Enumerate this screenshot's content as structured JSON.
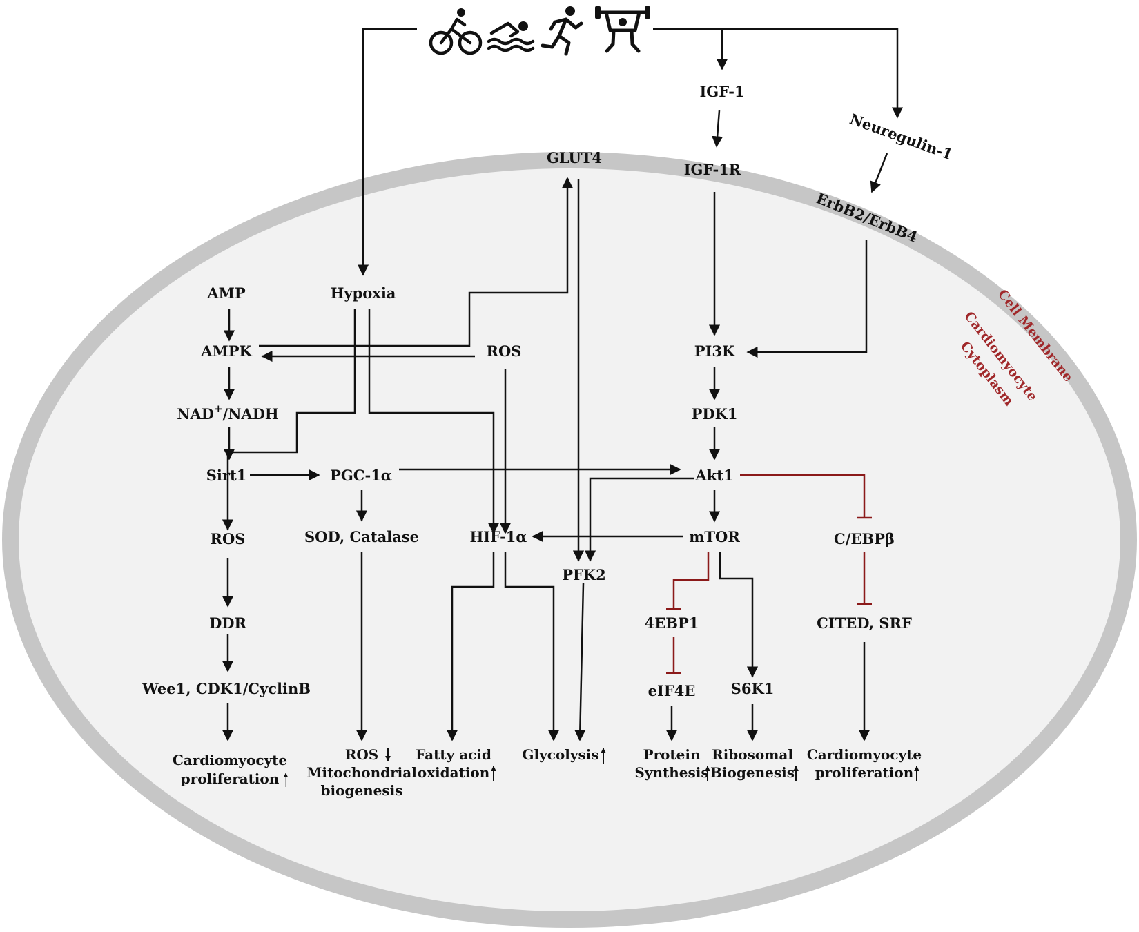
{
  "colors": {
    "membrane": "#c6c6c6",
    "cytoplasm": "#f2f2f2",
    "activation": "#111111",
    "inhibition": "#8b1a1a",
    "region_label": "#a0282a"
  },
  "icons": [
    "cycling-icon",
    "swimming-icon",
    "running-icon",
    "weightlifting-icon"
  ],
  "regions": {
    "cell_membrane": "Cell Membrane",
    "cytoplasm_line1": "Cardiomyocyte",
    "cytoplasm_line2": "Cytoplasm"
  },
  "nodes": {
    "igf1": "IGF-1",
    "neuregulin1": "Neuregulin-1",
    "glut4": "GLUT4",
    "igf1r": "IGF-1R",
    "erbb": "ErbB2/ErbB4",
    "amp": "AMP",
    "hypoxia": "Hypoxia",
    "ampk": "AMPK",
    "ros_center": "ROS",
    "pi3k": "PI3K",
    "nad_base": "NAD",
    "nad_sup": "+",
    "nad_rest": "/NADH",
    "pdk1": "PDK1",
    "sirt1": "Sirt1",
    "pgc1a": "PGC-1α",
    "akt1": "Akt1",
    "ros_left": "ROS",
    "sod": "SOD, Catalase",
    "hif1a": "HIF-1α",
    "mtor": "mTOR",
    "cebpb": "C/EBPβ",
    "pfk2": "PFK2",
    "ddr": "DDR",
    "ebp1": "4EBP1",
    "cited": "CITED, SRF",
    "wee1": "Wee1, CDK1/CyclinB",
    "eif4e": "eIF4E",
    "s6k1": "S6K1"
  },
  "outcomes": {
    "prolif_left_1": "Cardiomyocyte",
    "prolif_left_2": "proliferation",
    "ros_down": "ROS",
    "mito_1": "Mitochondrial",
    "mito_2": "biogenesis",
    "fao_1": "Fatty acid",
    "fao_2": "oxidation",
    "glyco": "Glycolysis",
    "protein_1": "Protein",
    "protein_2": "Synthesis",
    "ribo_1": "Ribosomal",
    "ribo_2": "Biogenesis",
    "prolif_right_1": "Cardiomyocyte",
    "prolif_right_2": "proliferation"
  }
}
